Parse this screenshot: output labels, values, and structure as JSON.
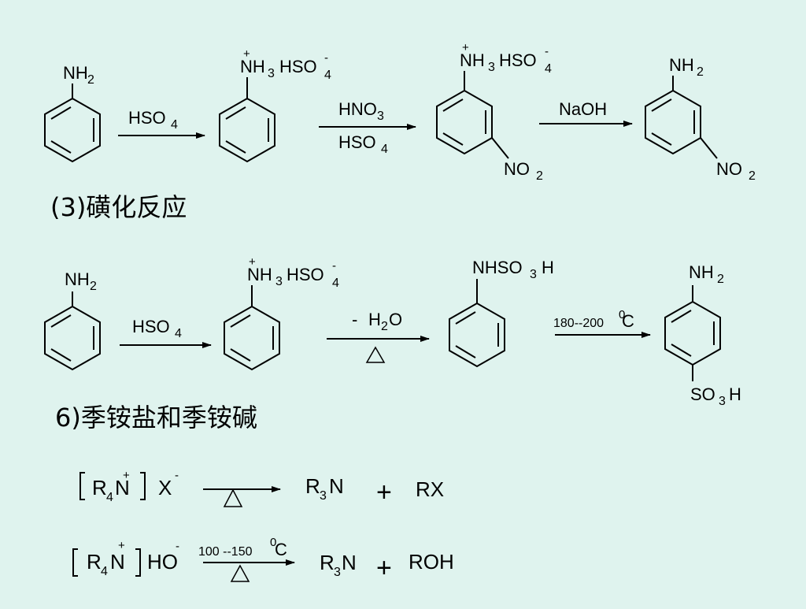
{
  "background_color": "#dff3ee",
  "scheme1": {
    "aniline_label": "NH",
    "aniline_sub": "2",
    "arrow1_reagent": "HSO",
    "arrow1_sub": "4",
    "salt_charge": "+",
    "salt_label_a": "NH",
    "salt_sub_a": "3",
    "salt_label_b": "HSO",
    "salt_sub_b": "4",
    "salt_anion_charge": "-",
    "arrow2_top": "HNO",
    "arrow2_top_sub": "3",
    "arrow2_bottom": "HSO",
    "arrow2_bottom_sub": "4",
    "nitro_label": "NO",
    "nitro_sub": "2",
    "arrow3_reagent": "NaOH",
    "product_label": "NH",
    "product_sub": "2"
  },
  "heading_sulfonation": "(3)磺化反应",
  "scheme2": {
    "aniline_label": "NH",
    "aniline_sub": "2",
    "arrow1_reagent": "HSO",
    "arrow1_sub": "4",
    "salt_charge": "+",
    "salt_label_a": "NH",
    "salt_sub_a": "3",
    "salt_label_b": "HSO",
    "salt_sub_b": "4",
    "salt_anion_charge": "-",
    "arrow2_top_minus": "-",
    "arrow2_top": "H",
    "arrow2_top_sub": "2",
    "arrow2_top_tail": "O",
    "intermediate_label": "NHSO",
    "intermediate_sub": "3",
    "intermediate_tail": "H",
    "arrow3_temp": "180--200",
    "arrow3_deg": "0",
    "arrow3_unit": "C",
    "product_label": "NH",
    "product_sub": "2",
    "sulfo_label": "SO",
    "sulfo_sub": "3",
    "sulfo_tail": "H"
  },
  "heading_quaternary": "6)季铵盐和季铵碱",
  "scheme3": {
    "r": "R",
    "r_sub": "4",
    "n": "N",
    "n_charge": "+",
    "anion": "X",
    "anion_charge": "-",
    "product1_r": "R",
    "product1_sub": "3",
    "product1_n": "N",
    "plus": "+",
    "product2": "RX"
  },
  "scheme4": {
    "r": "R",
    "r_sub": "4",
    "n": "N",
    "n_charge": "+",
    "anion": "HO",
    "anion_charge": "-",
    "arrow_temp": "100 --150",
    "arrow_deg": "0",
    "arrow_unit": "C",
    "product1_r": "R",
    "product1_sub": "3",
    "product1_n": "N",
    "plus": "+",
    "product2": "ROH"
  }
}
